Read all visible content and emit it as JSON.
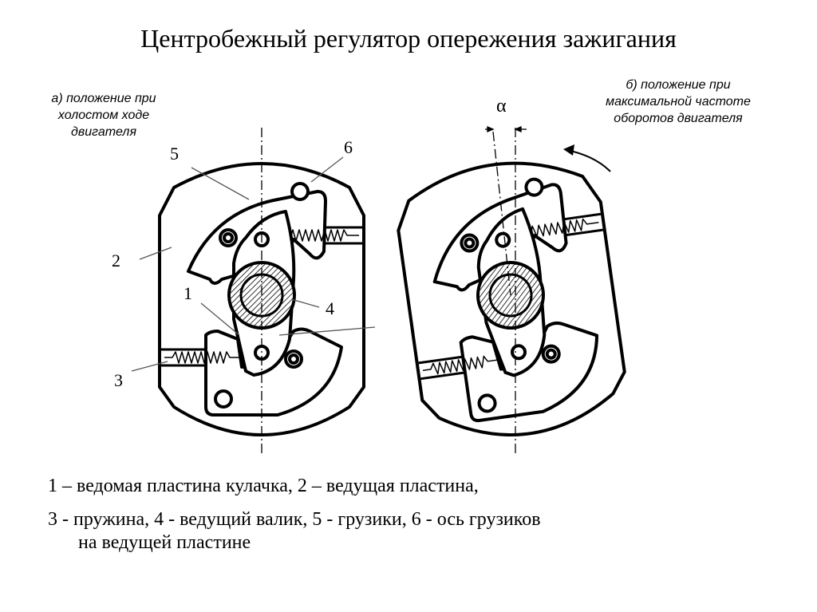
{
  "title": "Центробежный регулятор опережения зажигания",
  "caption_a": [
    "а) положение при",
    "холостом ходе",
    "двигателя"
  ],
  "caption_b": [
    "б) положение при",
    "максимальной частоте",
    "оборотов двигателя"
  ],
  "labels": {
    "n1": "1",
    "n2": "2",
    "n3": "3",
    "n4": "4",
    "n5": "5",
    "n6": "6",
    "alpha": "α"
  },
  "legend": [
    "1 – ведомая пластина кулачка, 2 – ведущая пластина,",
    "3 - пружина, 4 - ведущий валик, 5 - грузики, 6 - ось грузиков",
    "на ведущей пластине"
  ]
}
